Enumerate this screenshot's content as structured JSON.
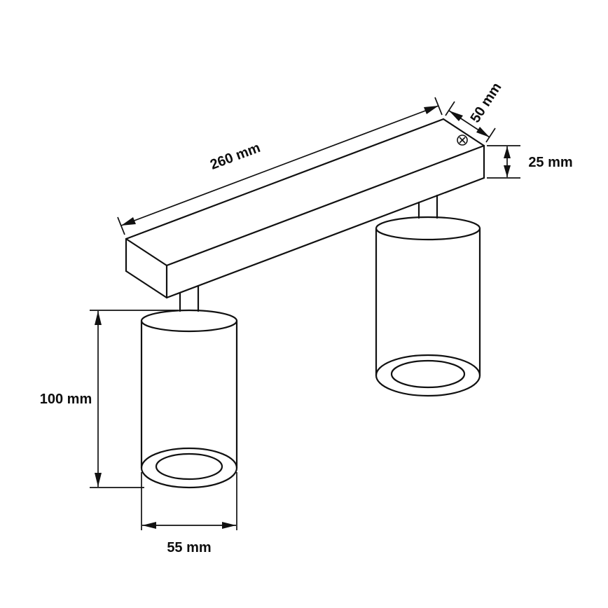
{
  "drawing": {
    "background_color": "#ffffff",
    "line_color": "#111111",
    "dimensions": {
      "bar_length": "260 mm",
      "bar_depth": "50 mm",
      "bar_height": "25 mm",
      "spot_height": "100 mm",
      "spot_diameter": "55 mm"
    },
    "symbols": {
      "screw": "circle-with-cross"
    }
  }
}
